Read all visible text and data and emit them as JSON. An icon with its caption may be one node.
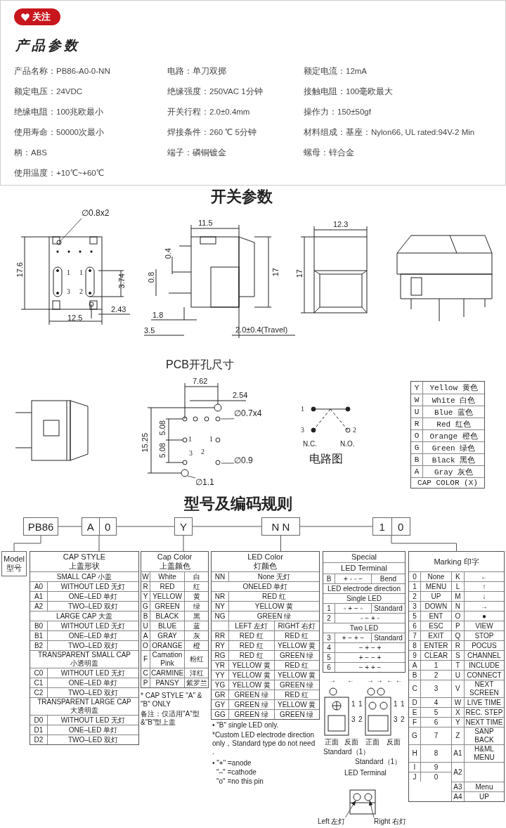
{
  "diagram": {
    "nodes": [
      {
        "text": [
          "∅0.8x2"
        ]
      },
      {
        "text": [
          "∅0.7x4"
        ]
      },
      {
        "text": [
          "∅0.9"
        ]
      },
      {
        "text": [
          "∅1.1"
        ]
      },
      {
        "text": [
          "CAP COLOR (X)"
        ]
      },
      {
        "text": [
          "PB86"
        ]
      },
      {
        "text": [
          "A",
          "0"
        ]
      },
      {
        "text": [
          "Y"
        ]
      },
      {
        "text": [
          "N N"
        ]
      },
      {
        "text": [
          "1",
          "0"
        ]
      },
      {
        "text": [
          "Model 型号"
        ]
      },
      {
        "text": [
          "CAP STYLE 上盖形状"
        ]
      },
      {
        "text": [
          "Cap Color 上盖颜色"
        ],
        "beside": [
          "* CAP STYLE \"A\" & \"B\" ONLY",
          "备注：仅适用\"A\"型&\"B\"型上盖"
        ]
      },
      {
        "text": [
          "LED Color 灯颜色"
        ]
      },
      {
        "text": [
          "Special",
          "LED Terminal"
        ]
      },
      {
        "text": [
          "Marking 印字"
        ]
      },
      {
        "text": [
          "Left 左灯"
        ]
      },
      {
        "text": [
          "Right 右灯"
        ]
      }
    ],
    "edges": [
      {
        "from": 0,
        "to": null,
        "arrow": "none"
      },
      {
        "from": 1,
        "to": null,
        "arrow": "none"
      },
      {
        "from": 2,
        "to": null,
        "arrow": "none"
      },
      {
        "from": 3,
        "to": null,
        "arrow": "none"
      },
      {
        "from": 5,
        "to": 6,
        "arrow": "none"
      },
      {
        "from": 6,
        "to": 7,
        "arrow": "none"
      },
      {
        "from": 7,
        "to": 8,
        "arrow": "none"
      },
      {
        "from": 8,
        "to": 9,
        "arrow": "none"
      },
      {
        "from": 5,
        "to": 10,
        "arrow": "none"
      },
      {
        "from": 6,
        "to": 11,
        "arrow": "none"
      },
      {
        "from": 7,
        "to": 12,
        "arrow": "none"
      },
      {
        "from": 8,
        "to": 13,
        "arrow": "none"
      },
      {
        "from": 9,
        "to": 15,
        "arrow": "none"
      },
      {
        "from": 16,
        "to": null,
        "arrow": "to"
      },
      {
        "from": 17,
        "to": null,
        "arrow": "to"
      }
    ],
    "labels": [
      "关注",
      "产品参数",
      "产品名称：PB86-A0-0-NN",
      "电路：单刀双掷",
      "额定电流：12mA",
      "额定电压：24VDC",
      "绝缘强度：250VAC 1分钟",
      "接触电阻：100毫欧最大",
      "绝缘电阻：100兆欧最小",
      "开关行程：2.0±0.4mm",
      "操作力：150±50gf",
      "使用寿命：50000次最小",
      "焊接条件：260 ℃ 5分钟",
      "材料组成：基座：Nylon66, UL rated:94V-2 Min",
      "柄：ABS",
      "端子：磷铜镀金",
      "螺母：锌合金",
      "使用温度：+10℃~+60℃",
      "开关参数",
      "17.6",
      "1",
      "1",
      "3",
      "2",
      "3.74",
      "12.5",
      "2.43",
      "11.5",
      "0.4",
      "0.8",
      "17",
      "1.8",
      "3.5",
      "2.0±0.4(Travel)",
      "12.3",
      "17",
      "PCB开孔尺寸",
      "7.62",
      "2.54",
      "15.25",
      "5.08",
      "5.08",
      "1",
      "1",
      "3",
      "2",
      "1",
      "3",
      "2",
      "N.C.",
      "N.O.",
      "电路图",
      "Y",
      "Yellow 黄色",
      "W",
      "White 白色",
      "U",
      "Blue 蓝色",
      "R",
      "Red 红色",
      "O",
      "Orange 橙色",
      "G",
      "Green 绿色",
      "B",
      "Black 黑色",
      "A",
      "Gray 灰色",
      "型号及编码规则",
      "SMALL CAP 小盖",
      "A0",
      "WITHOUT LED 无灯",
      "A1",
      "ONE–LED 单灯",
      "A2",
      "TWO–LED 双灯",
      "LARGE CAP 大盖",
      "B0",
      "WITHOUT LED 无灯",
      "B1",
      "ONE–LED 单灯",
      "B2",
      "TWO–LED 双灯",
      "TRANSPARENT SMALL CAP 小透明盖",
      "C0",
      "WITHOUT LED 无灯",
      "C1",
      "ONE–LED 单灯",
      "C2",
      "TWO–LED 双灯",
      "TRANSPARENT LARGE CAP 大透明盖",
      "D0",
      "WITHOUT LED 无灯",
      "D1",
      "ONE–LED 单灯",
      "D2",
      "TWO–LED 双灯",
      "W",
      "White",
      "白",
      "R",
      "RED",
      "红",
      "Y",
      "YELLOW",
      "黄",
      "G",
      "GREEN",
      "绿",
      "B",
      "BLACK",
      "黑",
      "U",
      "BLUE",
      "蓝",
      "A",
      "GRAY",
      "灰",
      "O",
      "ORANGE",
      "橙",
      "F",
      "Camation Pink",
      "粉红",
      "C",
      "CARMINE",
      "洋红",
      "P",
      "PANSY",
      "紫罗兰",
      "NN",
      "None 无灯",
      "ONELED 单灯",
      "NR",
      "RED 红",
      "NY",
      "YELLOW 黄",
      "NG",
      "GREEN 绿",
      "LEFT 左灯",
      "RIGHT 右灯",
      "RR",
      "RED 红",
      "RED 红",
      "RY",
      "RED 红",
      "YELLOW 黄",
      "RG",
      "RED 红",
      "GREEN 绿",
      "YR",
      "YELLOW 黄",
      "RED 红",
      "YY",
      "YELLOW 黄",
      "YELLOW 黄",
      "YG",
      "YELLOW 黄",
      "GREEN 绿",
      "GR",
      "GREEN 绿",
      "RED 红",
      "GY",
      "GREEN 绿",
      "YELLOW 黄",
      "GG",
      "GREEN 绿",
      "GREEN 绿",
      "B",
      "+ ◦ ◦ −",
      "Bend",
      "LED electrode direction",
      "Single LED",
      "1",
      "◦ + − ◦",
      "Standard",
      "2",
      "◦ − + ◦",
      "Two LED",
      "3",
      "+ − + −",
      "Standard",
      "4",
      "− + − +",
      "5",
      "+ − − +",
      "6",
      "− + + −",
      "0",
      "None",
      "K",
      "←",
      "1",
      "MENU",
      "L",
      "↑",
      "2",
      "UP",
      "M",
      "↓",
      "3",
      "DOWN",
      "N",
      "→",
      "5",
      "ENT",
      "O",
      "●",
      "6",
      "ESC",
      "P",
      "VIEW",
      "7",
      "EXIT",
      "Q",
      "STOP",
      "8",
      "ENTER",
      "R",
      "POCUS",
      "9",
      "CLEAR",
      "S",
      "CHANNEL",
      "A",
      "1",
      "T",
      "INCLUDE",
      "B",
      "2",
      "U",
      "CONNECT",
      "C",
      "3",
      "V",
      "NEXT SCREEN",
      "D",
      "4",
      "W",
      "LIVE TIME",
      "E",
      "5",
      "X",
      "REC. STEP",
      "F",
      "6",
      "Y",
      "NEXT TIME",
      "G",
      "7",
      "Z",
      "SANP BACK",
      "H",
      "8",
      "A1",
      "H&ML MENU",
      "I",
      "9",
      "A2",
      "J",
      "0",
      "A3",
      "Menu",
      "A4",
      "UP",
      "• \"B\"  single LED only.",
      "*Custom LED electrode direction only，Standard type do not need .",
      "• \"+\" =anode",
      "\"–\" =cathode",
      "\"o\" =no this pin",
      "→",
      "←",
      "→ →",
      "← ←",
      "1",
      "1",
      "3",
      "2",
      "1",
      "1",
      "3",
      "2",
      "正面",
      "反面",
      "Standard（1）",
      "正面",
      "反面",
      "Standard（1）",
      "LED Terminal"
    ]
  }
}
